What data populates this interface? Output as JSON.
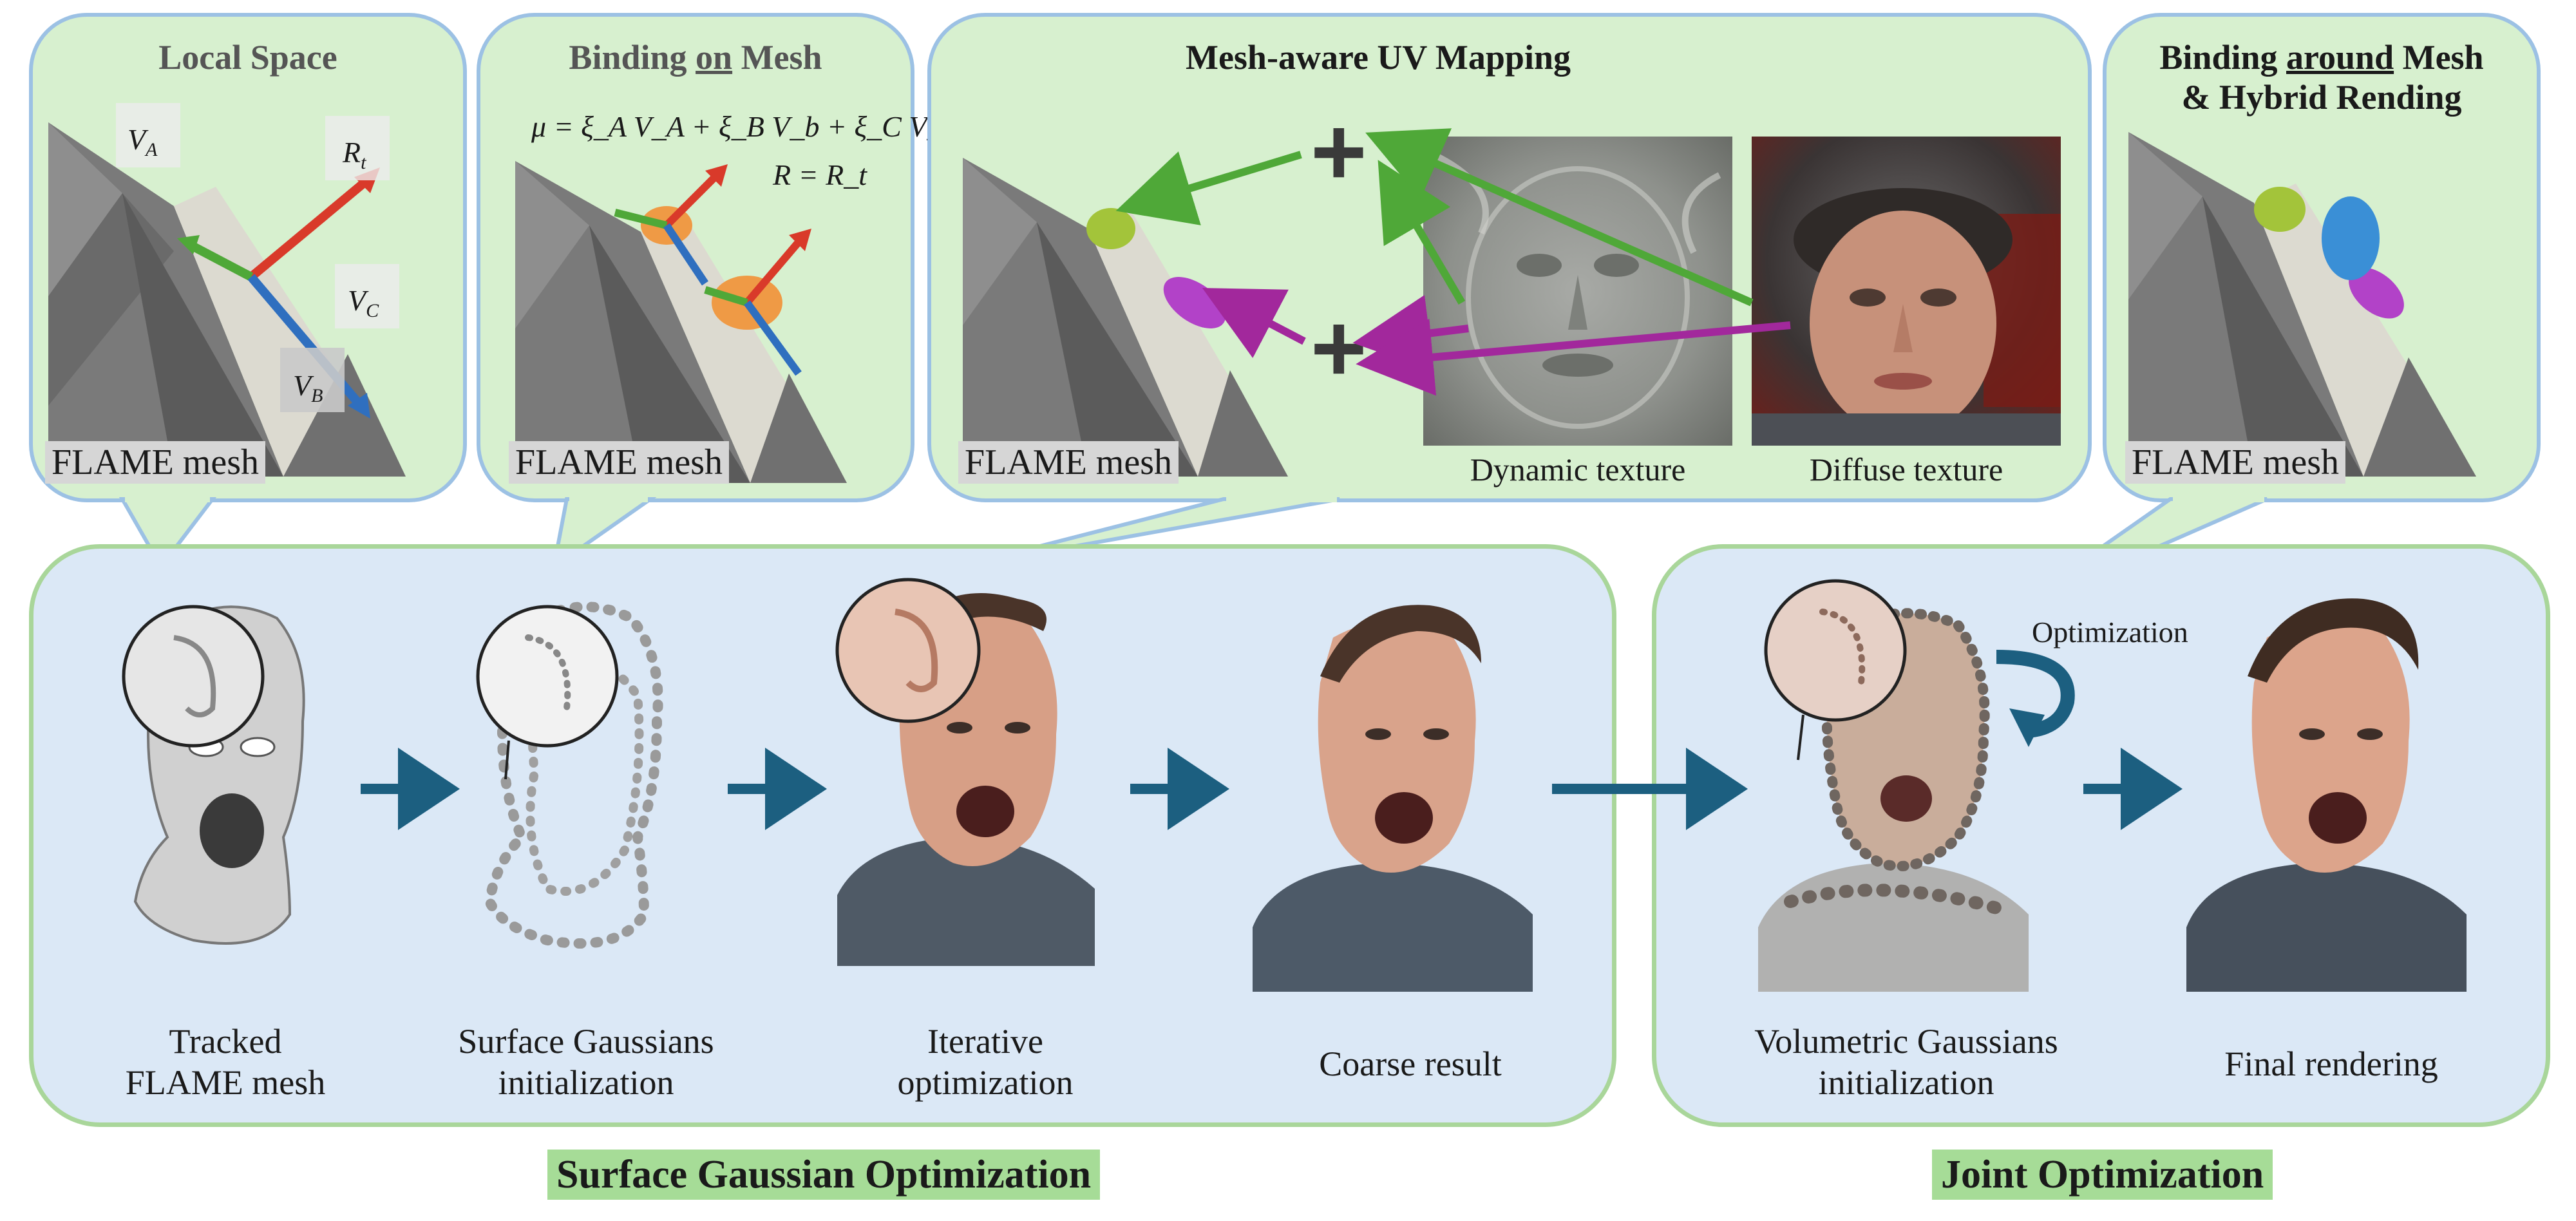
{
  "bubbles": {
    "local_space": {
      "title": "Local Space",
      "mesh_label": "FLAME mesh",
      "labels": {
        "va": "V",
        "va_sub": "A",
        "vb": "V",
        "vb_sub": "B",
        "vc": "V",
        "vc_sub": "C",
        "rt": "R",
        "rt_sub": "t"
      }
    },
    "binding_on_mesh": {
      "title_pre": "Binding ",
      "title_underlined": "on",
      "title_post": " Mesh",
      "eq1": "μ =  ξ_A V_A + ξ_B V_b + ξ_C V_C",
      "eq2": "R = R_t",
      "mesh_label": "FLAME mesh"
    },
    "uv_mapping": {
      "title": "Mesh-aware UV Mapping",
      "mesh_label": "FLAME mesh",
      "plus_sign": "+",
      "dynamic_texture": "Dynamic texture",
      "diffuse_texture": "Diffuse texture"
    },
    "binding_around_mesh": {
      "title_line1_pre": "Binding ",
      "title_line1_underlined": "around",
      "title_line1_post": " Mesh",
      "title_line2": "& Hybrid Rending",
      "mesh_label": "FLAME mesh"
    }
  },
  "pipeline": {
    "surface": {
      "section_label": "Surface Gaussian Optimization",
      "steps": [
        {
          "line1": "Tracked",
          "line2": "FLAME mesh"
        },
        {
          "line1": "Surface Gaussians",
          "line2": "initialization"
        },
        {
          "line1": "Iterative",
          "line2": "optimization"
        },
        {
          "line1": "Coarse result",
          "line2": ""
        }
      ]
    },
    "joint": {
      "section_label": "Joint Optimization",
      "optimization_label": "Optimization",
      "steps": [
        {
          "line1": "Volumetric Gaussians",
          "line2": "initialization"
        },
        {
          "line1": "Final rendering",
          "line2": ""
        }
      ]
    }
  },
  "colors": {
    "bubble_fill": "#d7f0cf",
    "bubble_border": "#9cc1e4",
    "panel_fill": "#dbe8f6",
    "panel_border": "#a9d69a",
    "arrow_blue": "#1c5f80",
    "green_arrow": "#4fa838",
    "purple_arrow": "#a2289c",
    "red_arrow": "#d93a2a",
    "section_label_bg": "#a6dc97"
  }
}
